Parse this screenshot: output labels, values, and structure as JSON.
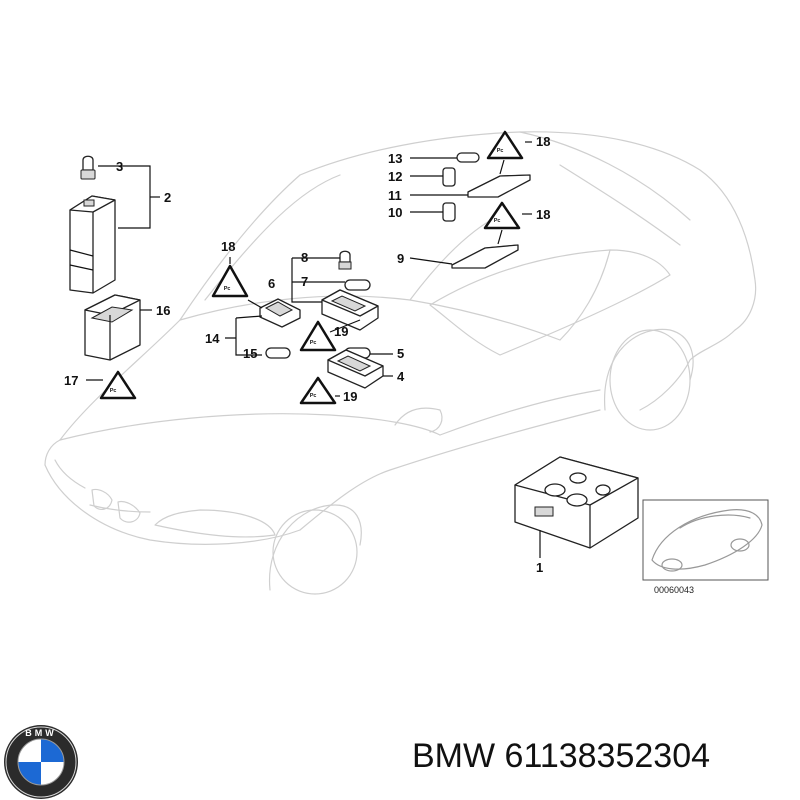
{
  "callouts": {
    "c1": "1",
    "c2": "2",
    "c3": "3",
    "c4": "4",
    "c5": "5",
    "c6": "6",
    "c7": "7",
    "c8": "8",
    "c9": "9",
    "c10": "10",
    "c11": "11",
    "c12": "12",
    "c13": "13",
    "c14": "14",
    "c15": "15",
    "c16": "16",
    "c17": "17",
    "c18a": "18",
    "c18b": "18",
    "c18c": "18",
    "c19a": "19",
    "c19b": "19"
  },
  "inset": {
    "code": "00060043"
  },
  "footer": {
    "brand": "BMW",
    "part_number": "61138352304",
    "text": "BMW 61138352304"
  },
  "logo": {
    "text": "BMW"
  },
  "colors": {
    "car_outline": "#cfcfcf",
    "line": "#111111",
    "logo_blue": "#1c69d4"
  }
}
